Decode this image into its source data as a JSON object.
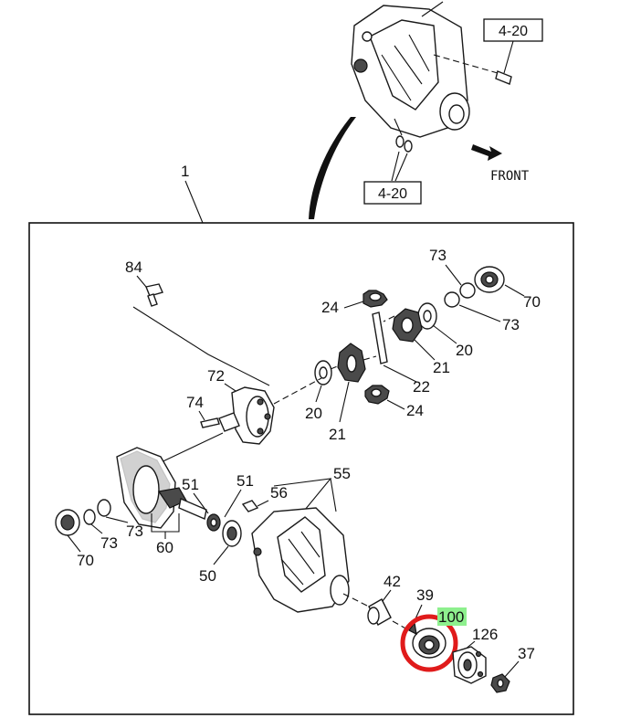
{
  "callouts": {
    "p1": "1",
    "p4_20_top": "4-20",
    "p4_20_bottom": "4-20",
    "front": "FRONT",
    "p84": "84",
    "p73_tr": "73",
    "p70_tr": "70",
    "p73_r": "73",
    "p24_top": "24",
    "p20_r": "20",
    "p21_r": "21",
    "p22": "22",
    "p24_bot": "24",
    "p72": "72",
    "p74": "74",
    "p20_m": "20",
    "p21_m": "21",
    "p51_a": "51",
    "p51_b": "51",
    "p56": "56",
    "p55": "55",
    "p73_l1": "73",
    "p73_l2": "73",
    "p60": "60",
    "p70_l": "70",
    "p50": "50",
    "p42": "42",
    "p39": "39",
    "p100": "100",
    "p126": "126",
    "p37": "37"
  },
  "colors": {
    "highlight_circle": "#e01b1b",
    "highlight_label_bg": "#8ef08e",
    "line": "#111111"
  }
}
